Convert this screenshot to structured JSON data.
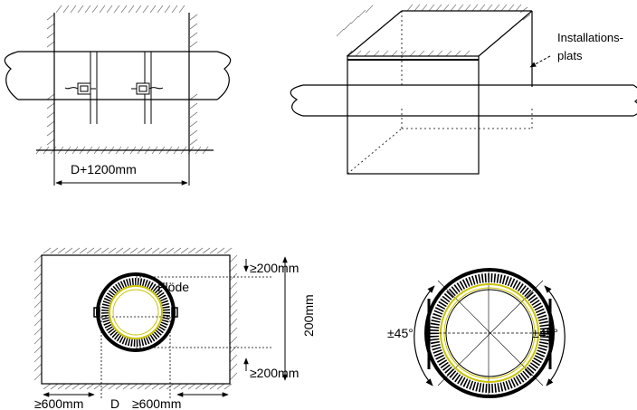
{
  "top_left": {
    "dimension_label": "D+1200mm"
  },
  "top_right": {
    "callout_line1": "Installations-",
    "callout_line2": "plats"
  },
  "bottom_left": {
    "flow_label": "Flöde",
    "clearance_top": "≥200mm",
    "clearance_bottom": "≥200mm",
    "vertical_dim": "200mm",
    "left_gap": "≥600mm",
    "diameter": "D",
    "right_gap": "≥600mm"
  },
  "bottom_right": {
    "angle_left": "±45°",
    "angle_right": "±45°"
  },
  "colors": {
    "line": "#000000",
    "hatch": "#7f7f7f",
    "liner": "#c9c400"
  }
}
